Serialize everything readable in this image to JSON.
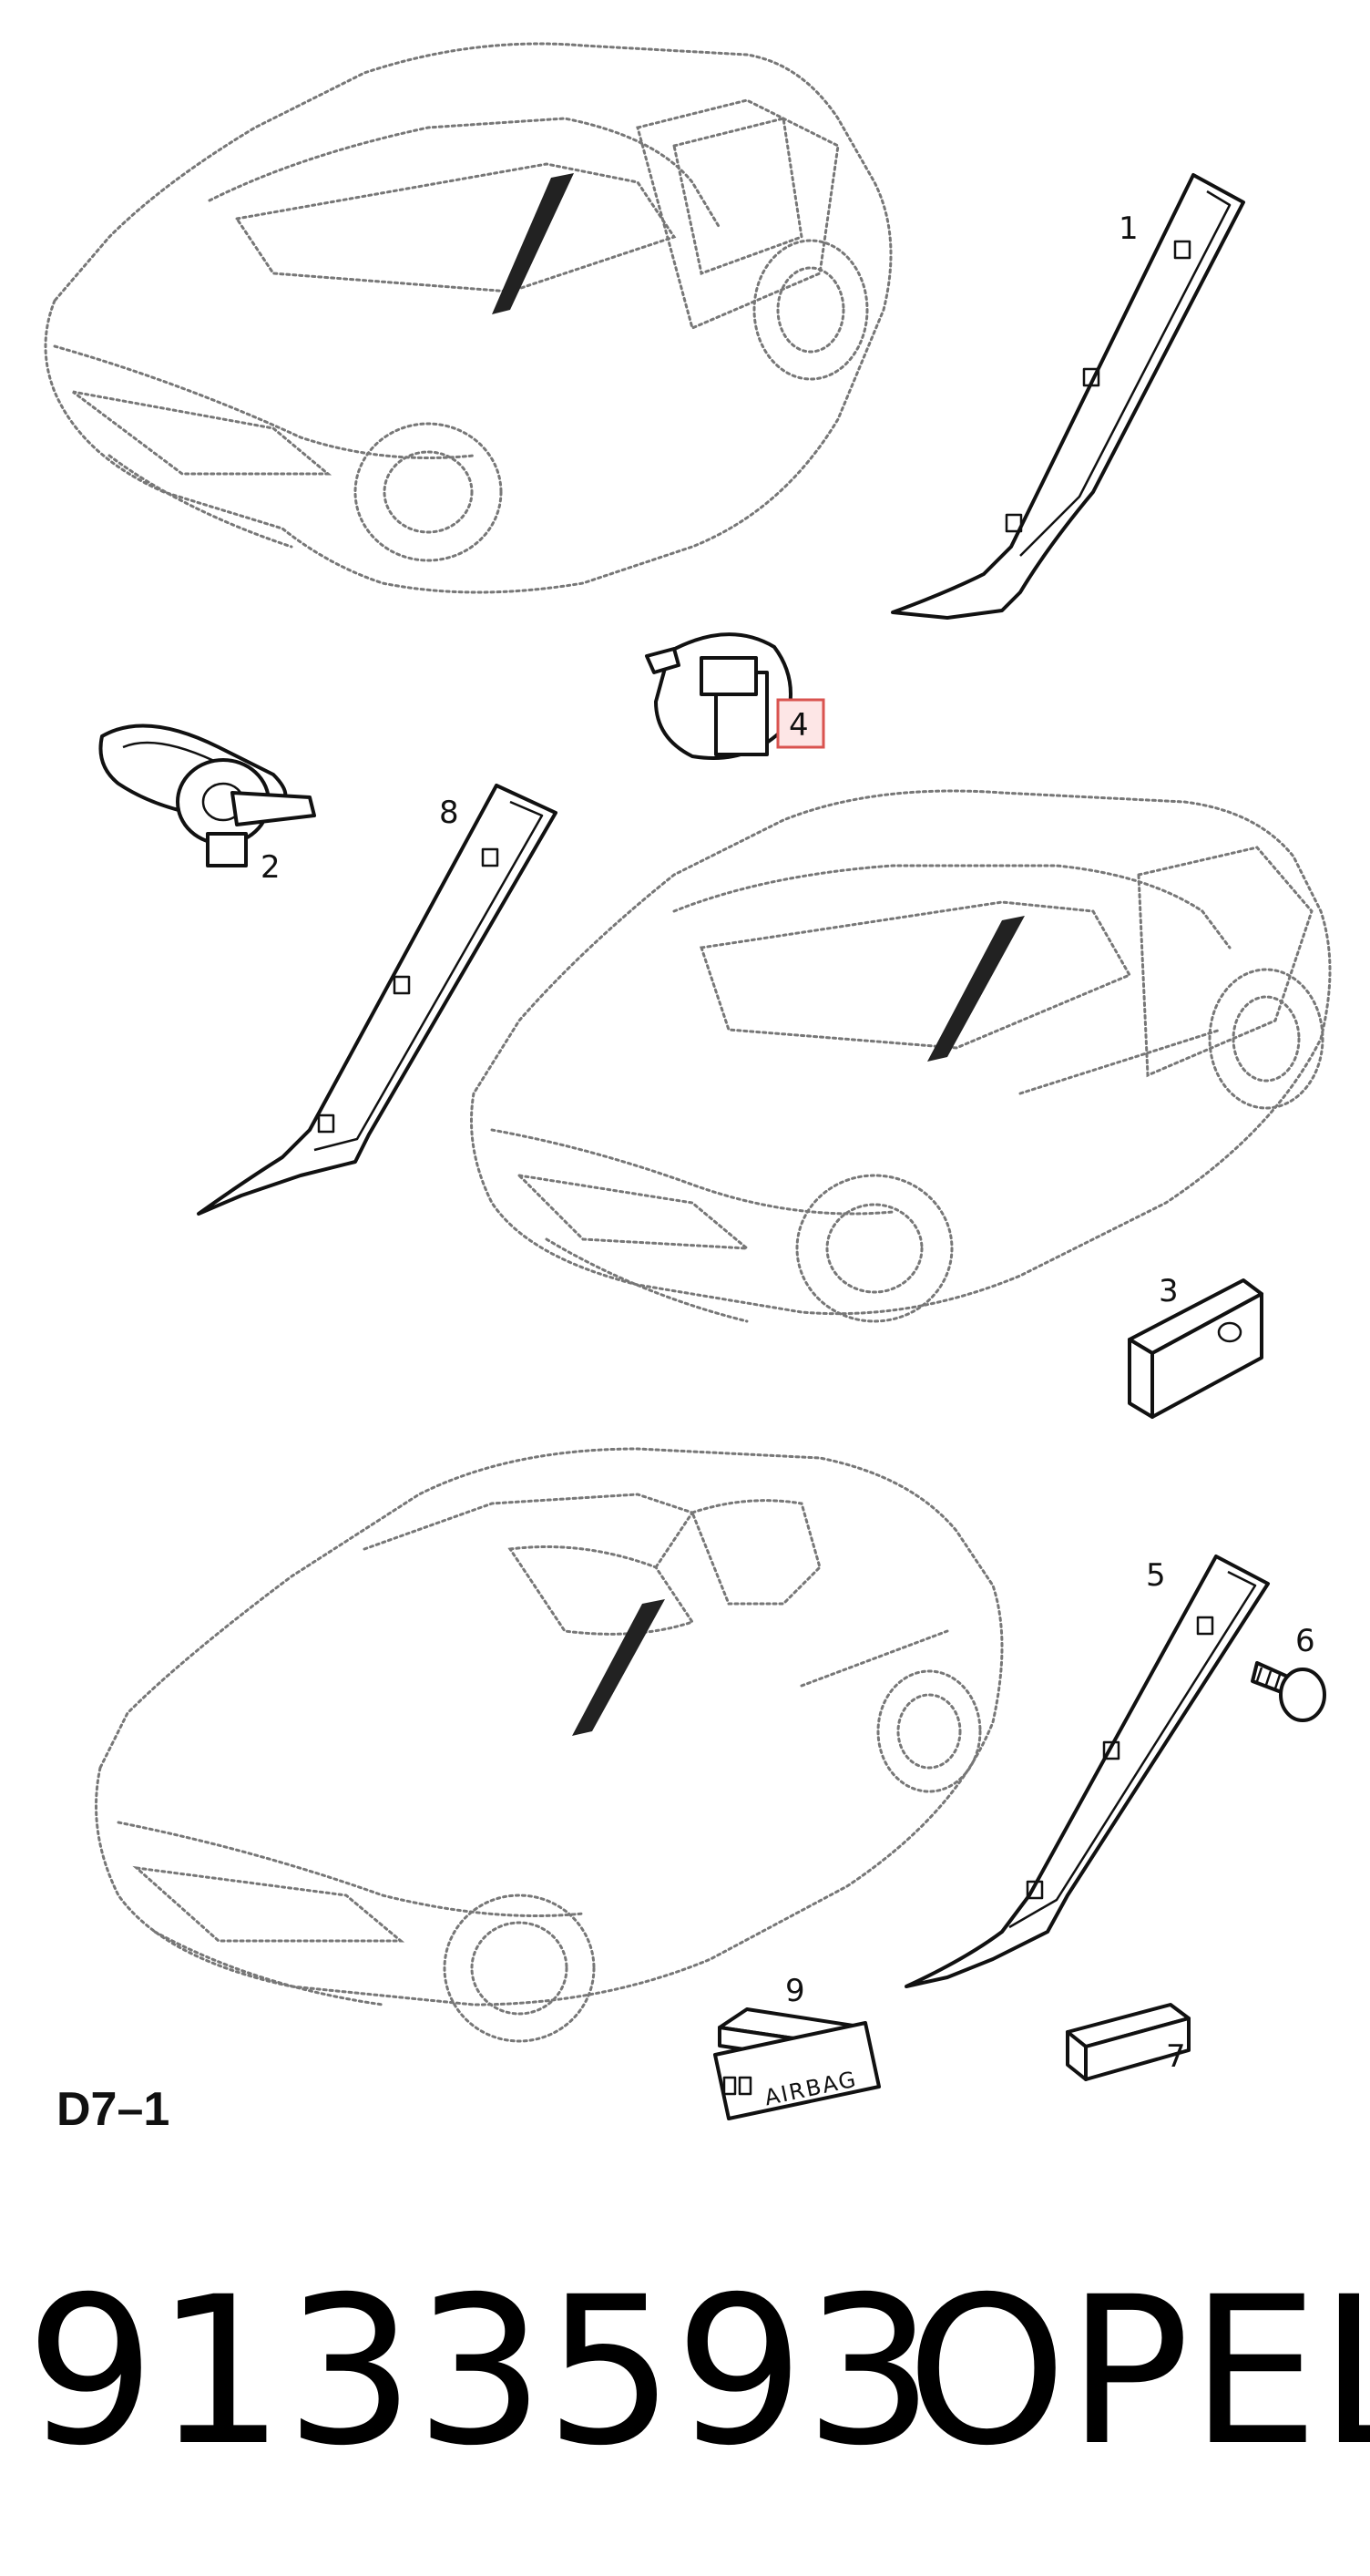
{
  "diagram": {
    "sheet_label": "D7–1",
    "part_number": "9133593",
    "brand": "OPEL",
    "callouts": [
      "1",
      "2",
      "3",
      "4",
      "5",
      "6",
      "7",
      "8",
      "9"
    ],
    "highlighted_callout": "4",
    "highlight_color": "#d9534f",
    "badge_text": "AIRBAG",
    "vehicles": [
      "hatchback",
      "coupe",
      "convertible"
    ]
  }
}
